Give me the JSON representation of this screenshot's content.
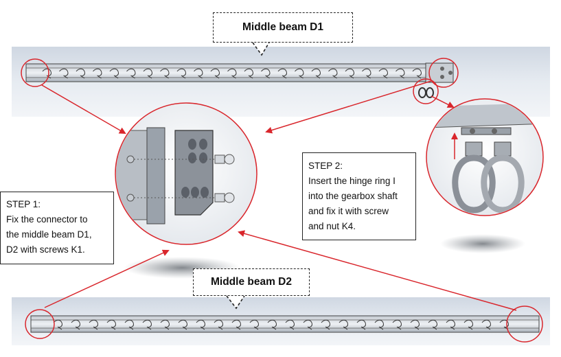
{
  "callouts": {
    "top_label": "Middle beam D1",
    "bottom_label": "Middle beam D2"
  },
  "step1": {
    "title": "STEP 1:",
    "lines": [
      "Fix the connector to",
      "the middle beam D1,",
      "D2 with screws K1."
    ]
  },
  "step2": {
    "title": "STEP 2:",
    "lines": [
      "Insert the hinge ring I",
      "into the gearbox shaft",
      "and fix it with screw",
      "and nut K4."
    ]
  },
  "colors": {
    "highlight_circle": "#d9262c",
    "arrow": "#d9262c",
    "beam_panel": "#d8dfe8",
    "beam_body": "#9aa3ad",
    "text": "#111111"
  },
  "icons": [
    "middle-beam-d1-drawing",
    "middle-beam-d2-drawing",
    "connector-detail",
    "hinge-ring-detail"
  ]
}
